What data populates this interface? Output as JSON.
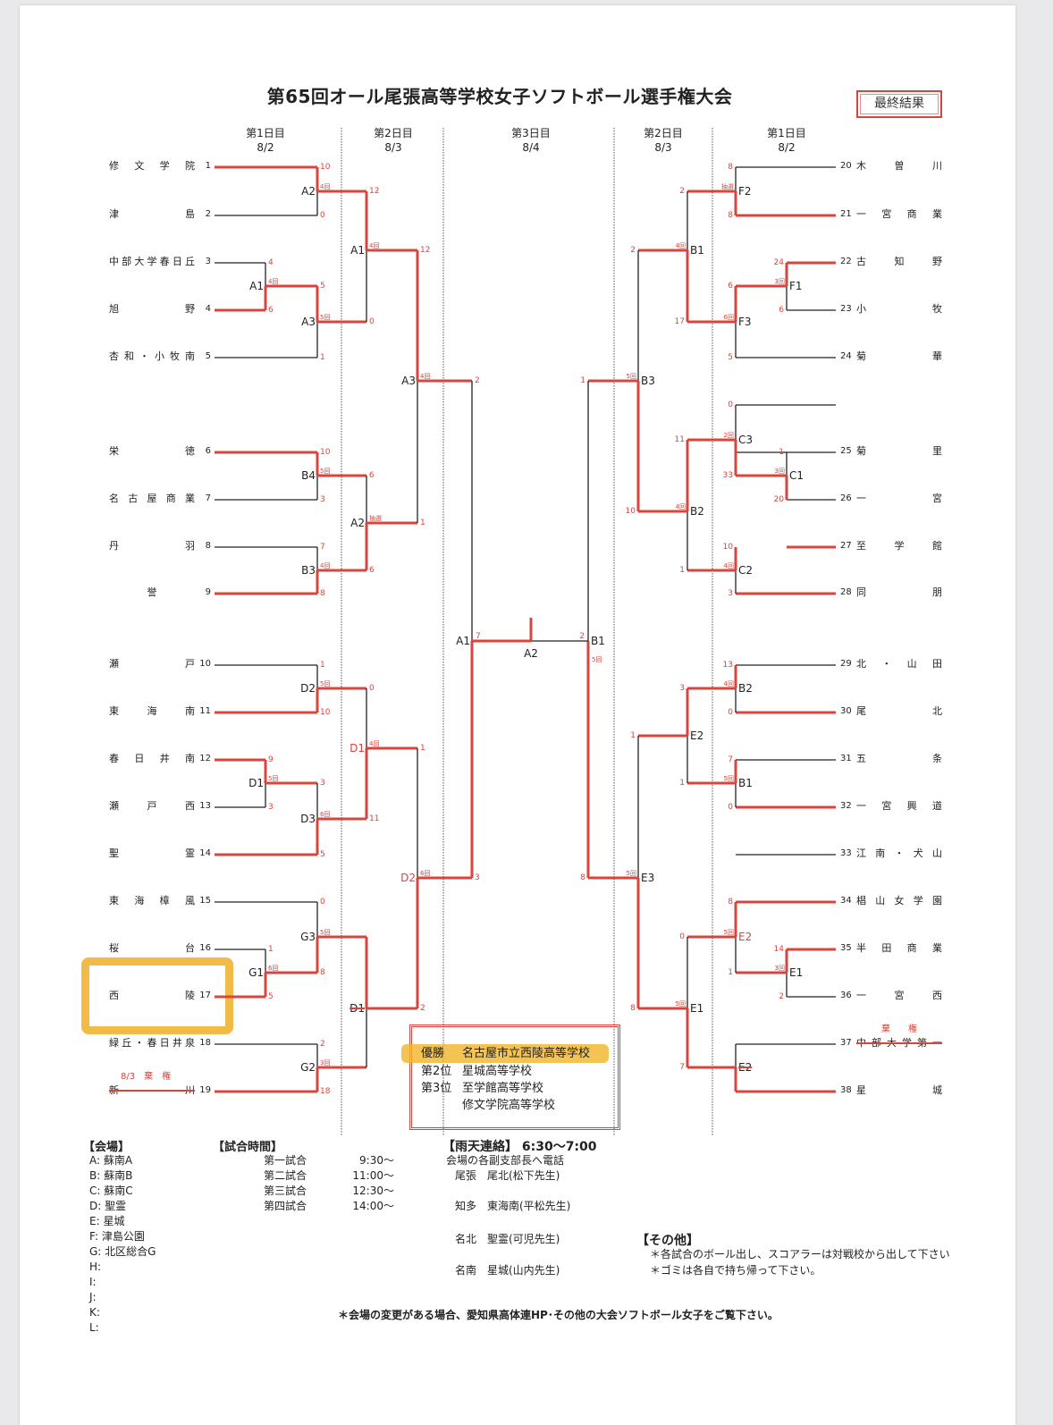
{
  "title": "第65回オール尾張高等学校女子ソフトボール選手権大会",
  "final_badge": "最終結果",
  "days": [
    {
      "label": "第1日目",
      "date": "8/2"
    },
    {
      "label": "第2日目",
      "date": "8/3"
    },
    {
      "label": "第3日目",
      "date": "8/4"
    },
    {
      "label": "第2日目",
      "date": "8/3"
    },
    {
      "label": "第1日目",
      "date": "8/2"
    }
  ],
  "teams_left": [
    {
      "no": "1",
      "name": "修文学院"
    },
    {
      "no": "2",
      "name": "津島"
    },
    {
      "no": "3",
      "name": "中部大学春日丘"
    },
    {
      "no": "4",
      "name": "旭野"
    },
    {
      "no": "5",
      "name": "杏和・小牧南"
    },
    {
      "no": "6",
      "name": "栄徳"
    },
    {
      "no": "7",
      "name": "名古屋商業"
    },
    {
      "no": "8",
      "name": "丹羽"
    },
    {
      "no": "9",
      "name": "誉"
    },
    {
      "no": "10",
      "name": "瀬戸"
    },
    {
      "no": "11",
      "name": "東海南"
    },
    {
      "no": "12",
      "name": "春日井南"
    },
    {
      "no": "13",
      "name": "瀬戸西"
    },
    {
      "no": "14",
      "name": "聖霊"
    },
    {
      "no": "15",
      "name": "東海樟風"
    },
    {
      "no": "16",
      "name": "桜台"
    },
    {
      "no": "17",
      "name": "西陵"
    },
    {
      "no": "18",
      "name": "緑丘・春日井泉"
    },
    {
      "no": "19",
      "name": "新川"
    }
  ],
  "teams_right": [
    {
      "no": "20",
      "name": "木曽川"
    },
    {
      "no": "21",
      "name": "一宮商業"
    },
    {
      "no": "22",
      "name": "古知野"
    },
    {
      "no": "23",
      "name": "小牧"
    },
    {
      "no": "24",
      "name": "菊華"
    },
    {
      "no": "25",
      "name": "菊里"
    },
    {
      "no": "26",
      "name": "一宮"
    },
    {
      "no": "27",
      "name": "至学館"
    },
    {
      "no": "28",
      "name": "同朋"
    },
    {
      "no": "29",
      "name": "北・山田"
    },
    {
      "no": "30",
      "name": "尾北"
    },
    {
      "no": "31",
      "name": "五条"
    },
    {
      "no": "32",
      "name": "一宮興道"
    },
    {
      "no": "33",
      "name": "江南・犬山"
    },
    {
      "no": "34",
      "name": "椙山女学園"
    },
    {
      "no": "35",
      "name": "半田商業"
    },
    {
      "no": "36",
      "name": "一宮西"
    },
    {
      "no": "37",
      "name": "中部大学第一"
    },
    {
      "no": "38",
      "name": "星城"
    }
  ],
  "forfeit_left": "8/3　棄　権",
  "forfeit_right": "棄　　権",
  "games": [
    {
      "label": "A2",
      "scores": [
        "10",
        "0"
      ],
      "inning": "4回"
    },
    {
      "label": "A1",
      "scores": [
        "4",
        "6"
      ],
      "inning": "4回"
    },
    {
      "label": "A3",
      "scores": [
        "5",
        "1"
      ],
      "inning": "5回"
    },
    {
      "label": "A1",
      "scores": [
        "12",
        "0"
      ],
      "inning": "4回"
    },
    {
      "label": "B4",
      "scores": [
        "10",
        "3"
      ],
      "inning": "5回"
    },
    {
      "label": "B3",
      "scores": [
        "7",
        "8"
      ],
      "inning": "4回"
    },
    {
      "label": "A2",
      "scores": [
        "6",
        "6"
      ],
      "inning": "抽選"
    },
    {
      "label": "A3",
      "scores": [
        "12",
        "1"
      ],
      "inning": "4回"
    },
    {
      "label": "D2",
      "scores": [
        "1",
        "10"
      ],
      "inning": "5回"
    },
    {
      "label": "D1",
      "scores": [
        "9",
        "3"
      ],
      "inning": "5回"
    },
    {
      "label": "D3",
      "scores": [
        "3",
        "5"
      ],
      "inning": "6回"
    },
    {
      "label": "D1",
      "scores": [
        "0",
        "11"
      ],
      "inning": "4回"
    },
    {
      "label": "G1",
      "scores": [
        "1",
        "5"
      ],
      "inning": "6回"
    },
    {
      "label": "G3",
      "scores": [
        "0",
        "8"
      ],
      "inning": "5回"
    },
    {
      "label": "G2",
      "scores": [
        "2",
        "18"
      ],
      "inning": "3回"
    },
    {
      "label": "D1",
      "scores": [
        "",
        ""
      ],
      "inning": ""
    },
    {
      "label": "D2",
      "scores": [
        "1",
        "2"
      ],
      "inning": "6回"
    },
    {
      "label": "A1",
      "scores": [
        "2",
        "3"
      ],
      "inning": ""
    },
    {
      "label": "F2",
      "scores": [
        "8",
        "8"
      ],
      "inning": "抽選"
    },
    {
      "label": "F1",
      "scores": [
        "24",
        "6"
      ],
      "inning": "3回"
    },
    {
      "label": "F3",
      "scores": [
        "6",
        "5"
      ],
      "inning": "6回"
    },
    {
      "label": "B1",
      "scores": [
        "2",
        "17"
      ],
      "inning": "4回"
    },
    {
      "label": "C1",
      "scores": [
        "1",
        "20"
      ],
      "inning": "3回"
    },
    {
      "label": "C3",
      "scores": [
        "0",
        "33"
      ],
      "inning": "2回"
    },
    {
      "label": "C2",
      "scores": [
        "10",
        "3"
      ],
      "inning": "4回"
    },
    {
      "label": "B2",
      "scores": [
        "11",
        "1"
      ],
      "inning": "4回"
    },
    {
      "label": "B3",
      "scores": [
        "2",
        "10"
      ],
      "inning": "5回"
    },
    {
      "label": "B2",
      "scores": [
        "13",
        "0"
      ],
      "inning": "4回"
    },
    {
      "label": "B1",
      "scores": [
        "7",
        "0"
      ],
      "inning": "5回"
    },
    {
      "label": "E2",
      "scores": [
        "3",
        "1"
      ],
      "inning": ""
    },
    {
      "label": "E1",
      "scores": [
        "14",
        "2"
      ],
      "inning": "3回"
    },
    {
      "label": "E2",
      "scores": [
        "8",
        "1"
      ],
      "inning": "5回"
    },
    {
      "label": "E2",
      "scores": [
        "",
        ""
      ],
      "inning": ""
    },
    {
      "label": "E1",
      "scores": [
        "0",
        "7"
      ],
      "inning": "5回"
    },
    {
      "label": "E3",
      "scores": [
        "1",
        "8"
      ],
      "inning": "5回"
    },
    {
      "label": "B1",
      "scores": [
        "1",
        "8"
      ],
      "inning": "5回"
    }
  ],
  "final": {
    "label": "A2",
    "left_score": "7",
    "right_score": "2",
    "inning": "5回"
  },
  "results": {
    "first_label": "優勝",
    "first": "名古屋市立西陵高等学校",
    "second_label": "第2位",
    "second": "星城高等学校",
    "third_label": "第3位",
    "third": [
      "至学館高等学校",
      "修文学院高等学校"
    ]
  },
  "venues": {
    "heading": "【会場】",
    "items": [
      "A: 蘇南A",
      "B: 蘇南B",
      "C: 蘇南C",
      "D: 聖霊",
      "E: 星城",
      "F: 津島公園",
      "G: 北区総合G",
      "H:",
      "I:",
      "J:",
      "K:",
      "L:"
    ]
  },
  "times": {
    "heading": "【試合時間】",
    "items": [
      {
        "game": "第一試合",
        "time": "9:30～"
      },
      {
        "game": "第二試合",
        "time": "11:00～"
      },
      {
        "game": "第三試合",
        "time": "12:30～"
      },
      {
        "game": "第四試合",
        "time": "14:00～"
      }
    ]
  },
  "rain": {
    "heading": "【雨天連絡】 6:30～7:00",
    "sub": "会場の各副支部長へ電話",
    "items": [
      "尾張　尾北(松下先生)",
      "知多　東海南(平松先生)",
      "名北　聖霊(可児先生)",
      "名南　星城(山内先生)"
    ]
  },
  "other": {
    "heading": "【その他】",
    "items": [
      "＊各試合のボール出し、スコアラーは対戦校から出して下さい",
      "＊ゴミは各自で持ち帰って下さい。"
    ]
  },
  "footer": "＊会場の変更がある場合、愛知県高体連HP･その他の大会ソフトボール女子をご覧下さい。",
  "colors": {
    "accent": "#d9443c",
    "highlight": "#f0b428"
  }
}
